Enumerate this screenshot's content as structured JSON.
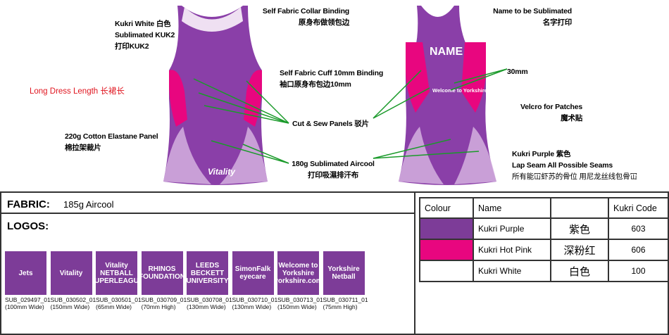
{
  "annotations": {
    "kukri_white": [
      "Kukri White  白色",
      "Sublimated KUK2",
      "打印KUK2"
    ],
    "collar": [
      "Self Fabric Collar Binding",
      "原身布做领包边"
    ],
    "name_sub": [
      "Name to be Sublimated",
      "名字打印"
    ],
    "cuff": [
      "Self Fabric Cuff 10mm Binding",
      "袖口原身布包边10mm"
    ],
    "mm30": "30mm",
    "long_dress": "Long Dress Length  长裙长",
    "velcro": [
      "Velcro for Patches",
      "魔术贴"
    ],
    "cut_sew": "Cut & Sew Panels   驳片",
    "cotton": [
      "220g Cotton Elastane Panel",
      "棉拉架裁片"
    ],
    "aircool": [
      "180g Sublimated Aircool",
      "打印吸濕排汗布"
    ],
    "purple": [
      "Kukri Purple   紫色",
      "Lap Seam All Possible Seams",
      "所有能冚虾苏的骨位 用尼龙丝线包骨冚"
    ]
  },
  "dress": {
    "name_text": "NAME",
    "front_sponsor": "Vitality",
    "back_sponsor": "Welcome to Yorkshire"
  },
  "fabric": {
    "label": "FABRIC:",
    "value": "185g Aircool"
  },
  "logos": {
    "label": "LOGOS:",
    "items": [
      {
        "text": "Jets",
        "code": "SUB_029497_01",
        "size": "(100mm Wide)"
      },
      {
        "text": "Vitality",
        "code": "SUB_030502_01",
        "size": "(150mm Wide)"
      },
      {
        "text": "Vitality NETBALL SUPERLEAGUE",
        "code": "SUB_030501_01",
        "size": "(65mm Wide)"
      },
      {
        "text": "RHINOS FOUNDATION",
        "code": "SUB_030709_01",
        "size": "(70mm High)"
      },
      {
        "text": "LEEDS BECKETT UNIVERSITY",
        "code": "SUB_030708_01",
        "size": "(130mm Wide)"
      },
      {
        "text": "SimonFalk eyecare",
        "code": "SUB_030710_01",
        "size": "(130mm Wide)"
      },
      {
        "text": "Welcome to Yorkshire yorkshire.com",
        "code": "SUB_030713_01",
        "size": "(150mm Wide)"
      },
      {
        "text": "Yorkshire Netball",
        "code": "SUB_030711_01",
        "size": "(75mm High)"
      }
    ]
  },
  "colour_table": {
    "headers": [
      "Colour",
      "Name",
      "",
      "Kukri Code"
    ],
    "rows": [
      {
        "swatch": "#7d3c98",
        "name": "Kukri Purple",
        "cn": "紫色",
        "code": "603"
      },
      {
        "swatch": "#e8067f",
        "name": "Kukri Hot Pink",
        "cn": "深粉红",
        "code": "606"
      },
      {
        "swatch": "#ffffff",
        "name": "Kukri White",
        "cn": "白色",
        "code": "100"
      }
    ]
  }
}
